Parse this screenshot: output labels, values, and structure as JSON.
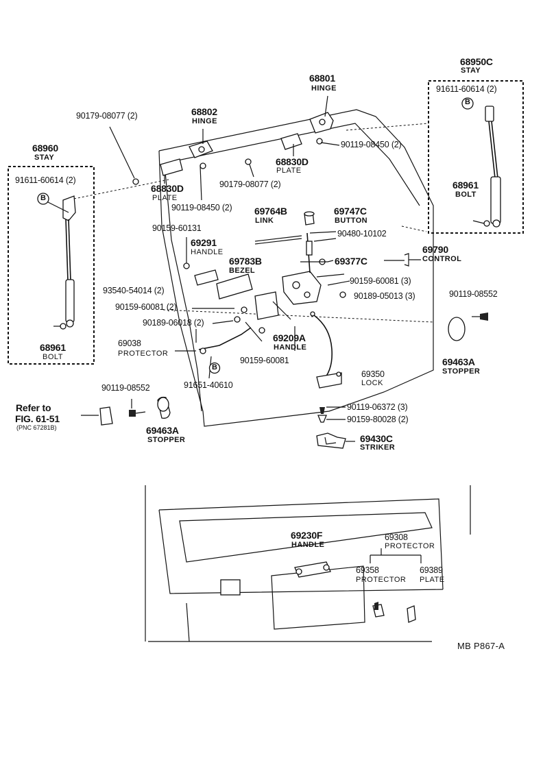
{
  "diagram_code": "MB P867-A",
  "parts": {
    "p68801": {
      "number": "68801",
      "name": "HINGE"
    },
    "p68802": {
      "number": "68802",
      "name": "HINGE"
    },
    "p68950C": {
      "number": "68950C",
      "name": "STAY"
    },
    "p68960": {
      "number": "68960",
      "name": "STAY"
    },
    "p68830D_right": {
      "number": "68830D",
      "name": "PLATE"
    },
    "p68830D_left": {
      "number": "68830D",
      "name": "PLATE"
    },
    "p68961_right": {
      "number": "68961",
      "name": "BOLT"
    },
    "p68961_left": {
      "number": "68961",
      "name": "BOLT"
    },
    "p69764B": {
      "number": "69764B",
      "name": "LINK"
    },
    "p69747C": {
      "number": "69747C",
      "name": "BUTTON"
    },
    "p69790": {
      "number": "69790",
      "name": "CONTROL"
    },
    "p69291": {
      "number": "69291",
      "name": "HANDLE"
    },
    "p69783B": {
      "number": "69783B",
      "name": "BEZEL"
    },
    "p69209A": {
      "number": "69209A",
      "name": "HANDLE"
    },
    "p69038": {
      "number": "69038",
      "name": "PROTECTOR"
    },
    "p69463A_right": {
      "number": "69463A",
      "name": "STOPPER"
    },
    "p69463A_left": {
      "number": "69463A",
      "name": "STOPPER"
    },
    "p69350": {
      "number": "69350",
      "name": "LOCK"
    },
    "p69430C": {
      "number": "69430C",
      "name": "STRIKER"
    },
    "p69230F": {
      "number": "69230F",
      "name": "HANDLE"
    },
    "p69308": {
      "number": "69308",
      "name": "PROTECTOR"
    },
    "p69358": {
      "number": "69358",
      "name": "PROTECTOR"
    },
    "p69389": {
      "number": "69389",
      "name": "PLATE"
    }
  },
  "fasteners": {
    "f90179_top": "90179-08077 (2)",
    "f90179_mid": "90179-08077 (2)",
    "f90119_08450_right": "90119-08450 (2)",
    "f90119_08450_left": "90119-08450 (2)",
    "f91611_right": "91611-60614 (2)",
    "f91611_left": "91611-60614 (2)",
    "f90159_60131": "90159-60131",
    "f90480": "90480-10102",
    "f69377C": "69377C",
    "f90159_60081_3": "90159-60081 (3)",
    "f90189_05013": "90189-05013 (3)",
    "f93540": "93540-54014 (2)",
    "f90159_60081_2": "90159-60081 (2)",
    "f90189_06018": "90189-06018 (2)",
    "f90159_60081": "90159-60081",
    "f90119_08552_right": "90119-08552",
    "f90119_08552_left": "90119-08552",
    "f91651": "91651-40610",
    "f90119_06372": "90119-06372 (3)",
    "f90159_80028": "90159-80028 (2)"
  },
  "reference": {
    "line1": "Refer to",
    "line2": "FIG. 61-51",
    "pnc": "(PNC 67281B)"
  },
  "callout_marker": "B"
}
